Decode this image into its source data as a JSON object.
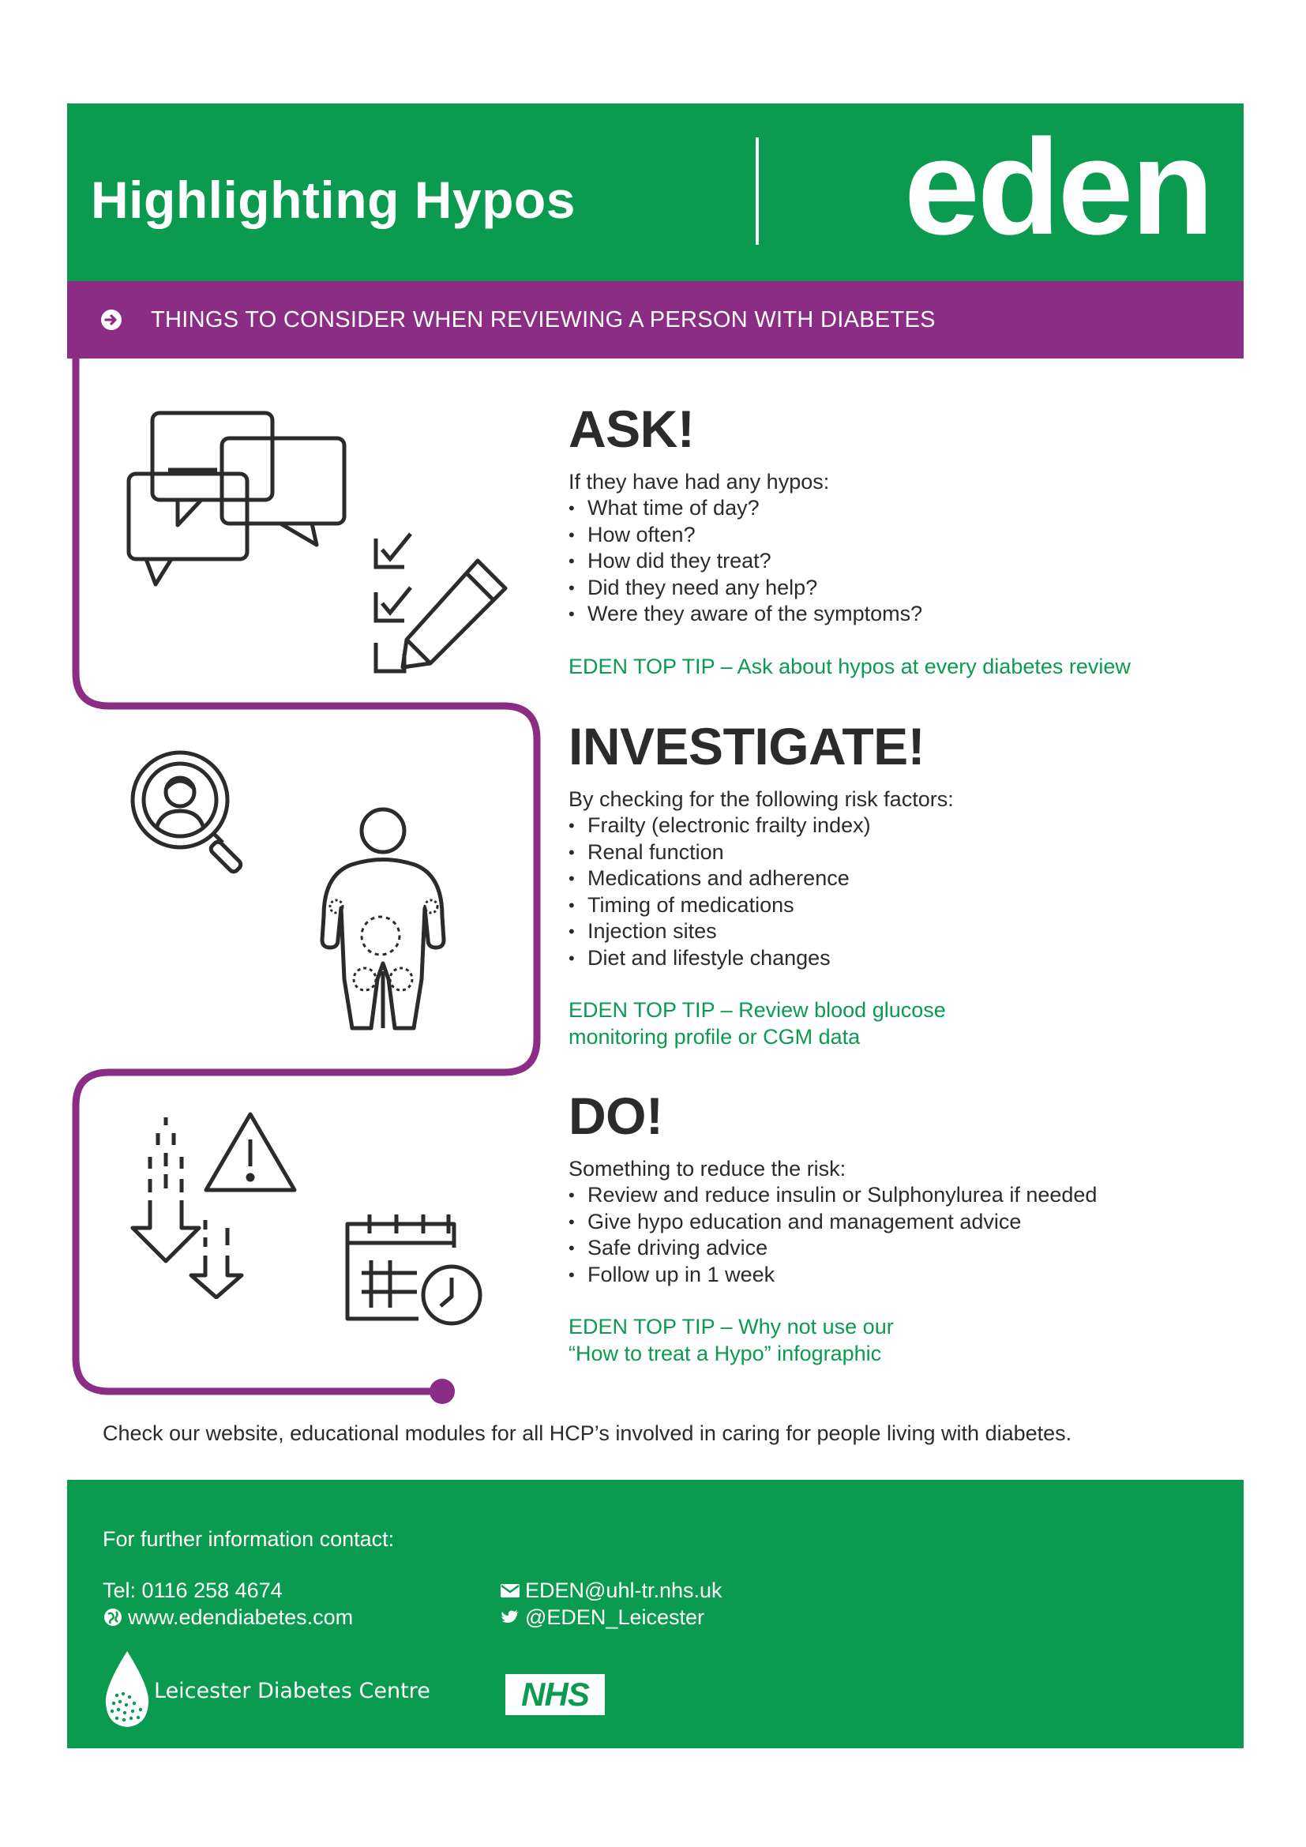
{
  "header": {
    "title": "Highlighting Hypos",
    "logo_text": "eden"
  },
  "banner": {
    "text": "THINGS TO CONSIDER WHEN REVIEWING A PERSON WITH DIABETES",
    "icon": "arrow-right-circle-icon"
  },
  "sections": {
    "ask": {
      "title": "ASK!",
      "intro": "If they have had any hypos:",
      "bullets": [
        "What time of day?",
        "How often?",
        "How did they treat?",
        "Did they need any help?",
        "Were they aware of the symptoms?"
      ],
      "tip": "EDEN TOP TIP – Ask about hypos at every diabetes review",
      "icons": [
        "speech-bubbles-icon",
        "checklist-icon",
        "pencil-icon"
      ]
    },
    "investigate": {
      "title": "INVESTIGATE!",
      "intro": "By checking for the following risk factors:",
      "bullets": [
        "Frailty (electronic frailty index)",
        "Renal function",
        "Medications and adherence",
        "Timing of medications",
        "Injection sites",
        "Diet and lifestyle changes"
      ],
      "tip_line1": "EDEN TOP TIP – Review blood glucose",
      "tip_line2": "monitoring profile or CGM data",
      "icons": [
        "magnifier-person-icon",
        "body-injection-sites-icon"
      ]
    },
    "do": {
      "title": "DO!",
      "intro": "Something to reduce the risk:",
      "bullets": [
        "Review and reduce insulin or Sulphonylurea if needed",
        "Give hypo education and management advice",
        "Safe driving advice",
        "Follow up in 1 week"
      ],
      "tip_line1": "EDEN TOP TIP – Why not use our",
      "tip_line2": "“How to treat a Hypo” infographic",
      "icons": [
        "down-arrows-icon",
        "warning-icon",
        "calendar-clock-icon"
      ]
    }
  },
  "check_website": "Check our website, educational modules for all HCP’s involved in caring for people living with diabetes.",
  "footer": {
    "contact_heading": "For further information contact:",
    "tel": "Tel: 0116 258 4674",
    "website": "www.edendiabetes.com",
    "email": "EDEN@uhl-tr.nhs.uk",
    "twitter": "@EDEN_Leicester",
    "ldc_logo_text": "Leicester Diabetes Centre",
    "nhs_logo_text": "NHS"
  },
  "colors": {
    "green": "#0a9b50",
    "purple": "#8b2c85",
    "text": "#2b2b2b"
  }
}
